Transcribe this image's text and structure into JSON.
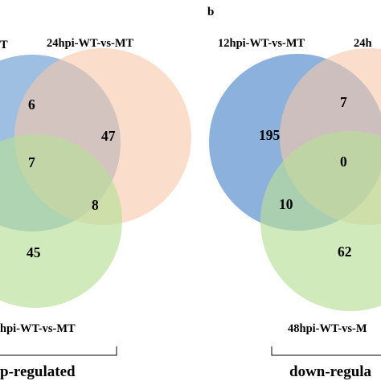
{
  "panel_b_letter": "b",
  "left_panel": {
    "labels": {
      "top_left": "T",
      "top_right": "24hpi-WT-vs-MT",
      "bottom": "hpi-WT-vs-MT"
    },
    "counts": {
      "ab": "6",
      "b_only": "47",
      "abc": "7",
      "bc": "8",
      "c_only": "45"
    },
    "caption": "p-regulated"
  },
  "right_panel": {
    "labels": {
      "top_left": "12hpi-WT-vs-MT",
      "top_right": "24h",
      "bottom": "48hpi-WT-vs-M"
    },
    "counts": {
      "a_only": "195",
      "ab": "7",
      "abc": "0",
      "ac": "10",
      "c_only": "62"
    },
    "caption": "down-regula"
  },
  "colors": {
    "blue": "#7fa9d8",
    "orange": "#f6c8a8",
    "green": "#b8de98"
  }
}
